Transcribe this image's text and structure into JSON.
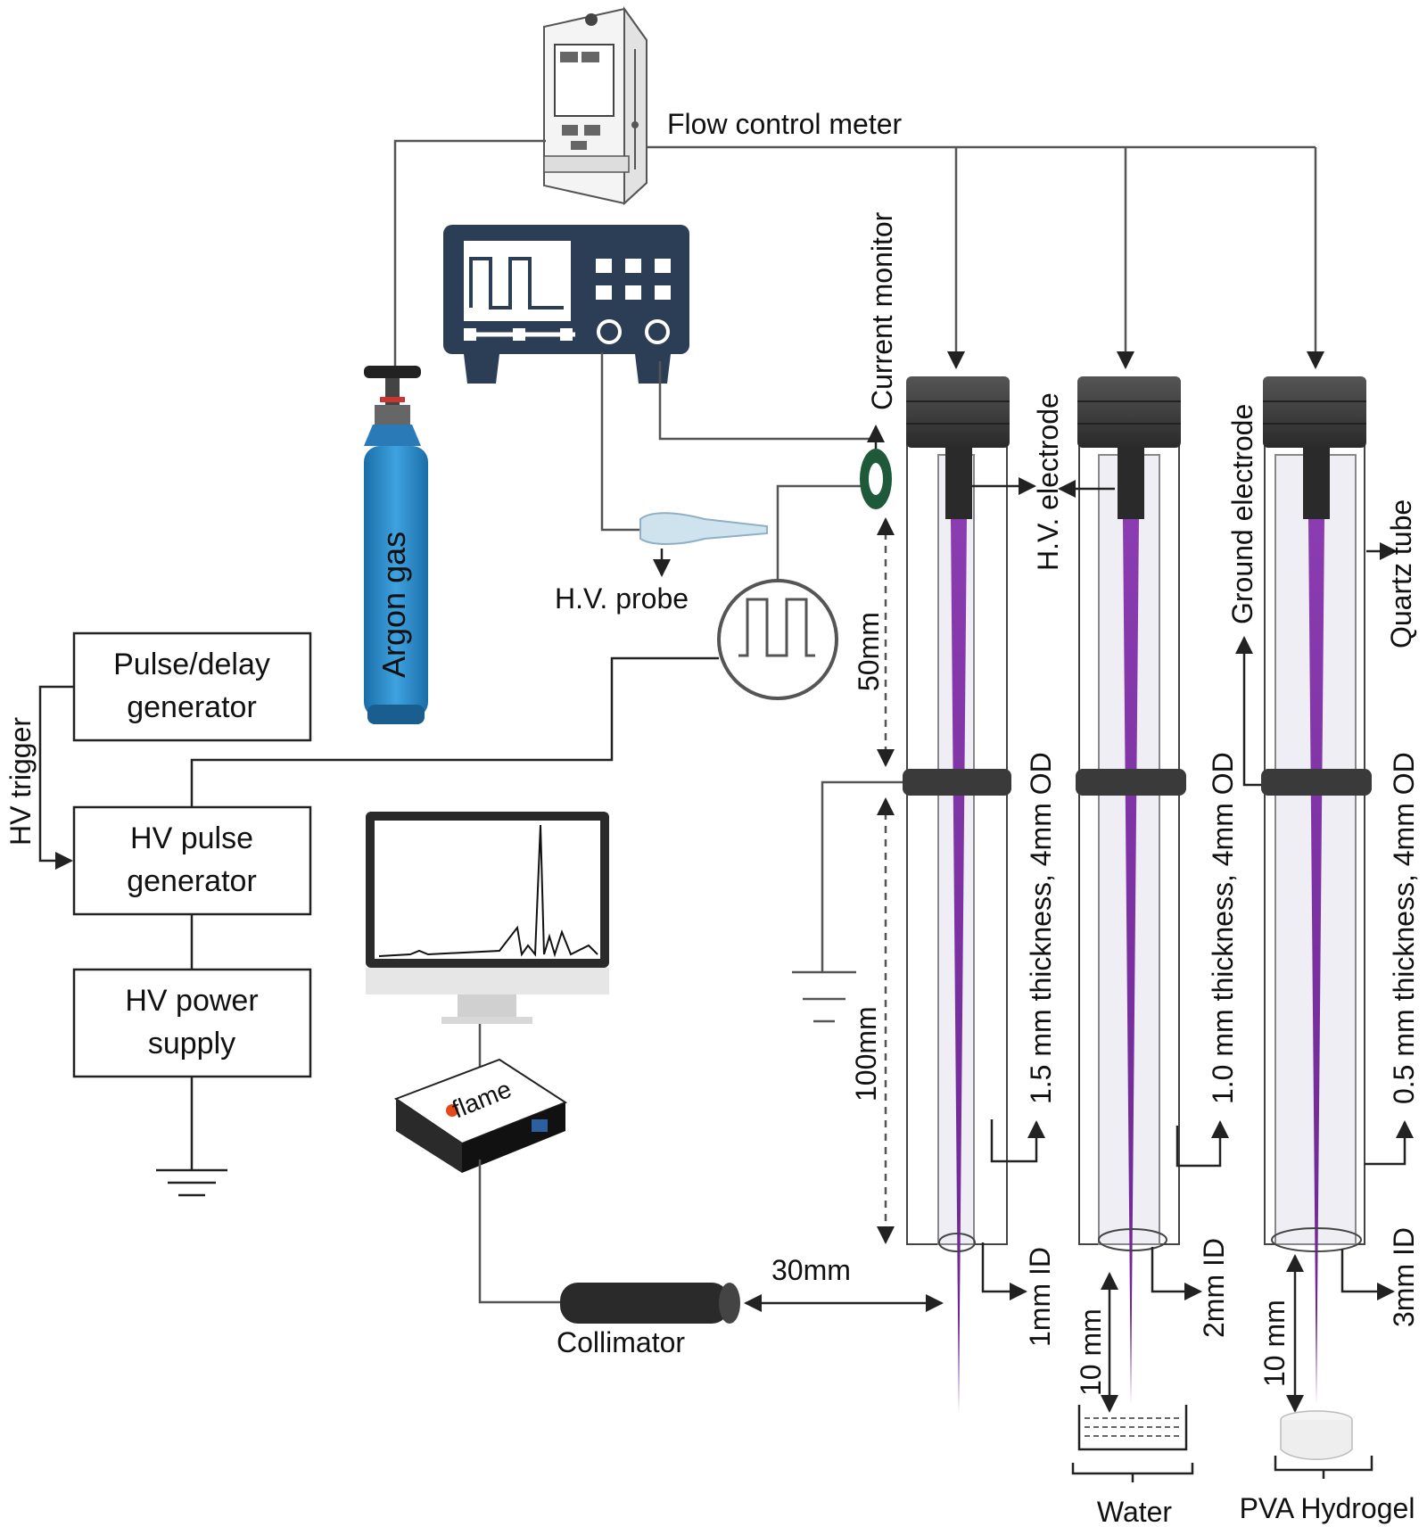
{
  "labels": {
    "flow_control_meter": "Flow control meter",
    "current_monitor": "Current monitor",
    "hv_electrode": "H.V. electrode",
    "ground_electrode": "Ground electrode",
    "quartz_tube": "Quartz tube",
    "argon_gas": "Argon gas",
    "hv_probe": "H.V. probe",
    "pulse_delay_generator_line1": "Pulse/delay",
    "pulse_delay_generator_line2": "generator",
    "hv_trigger": "HV trigger",
    "hv_pulse_generator_line1": "HV pulse",
    "hv_pulse_generator_line2": "generator",
    "hv_power_supply_line1": "HV power",
    "hv_power_supply_line2": "supply",
    "spectrometer_brand": "flame",
    "collimator": "Collimator",
    "dist_50mm": "50mm",
    "dist_100mm": "100mm",
    "dist_30mm": "30mm",
    "dist_10mm_water": "10 mm",
    "dist_10mm_hydrogel": "10 mm",
    "tube1_spec": "1.5 mm thickness, 4mm OD",
    "tube2_spec": "1.0 mm thickness, 4mm OD",
    "tube3_spec": "0.5 mm thickness, 4mm OD",
    "tube1_id": "1mm ID",
    "tube2_id": "2mm ID",
    "tube3_id": "3mm ID",
    "water": "Water",
    "pva_hydrogel": "PVA Hydrogel"
  },
  "colors": {
    "plasma": "#7d2fa0",
    "argon_cylinder": "#2f8fd0",
    "oscilloscope": "#2c3e55",
    "cap": "#3a3a3a",
    "current_monitor_ring": "#1e5a3a"
  }
}
